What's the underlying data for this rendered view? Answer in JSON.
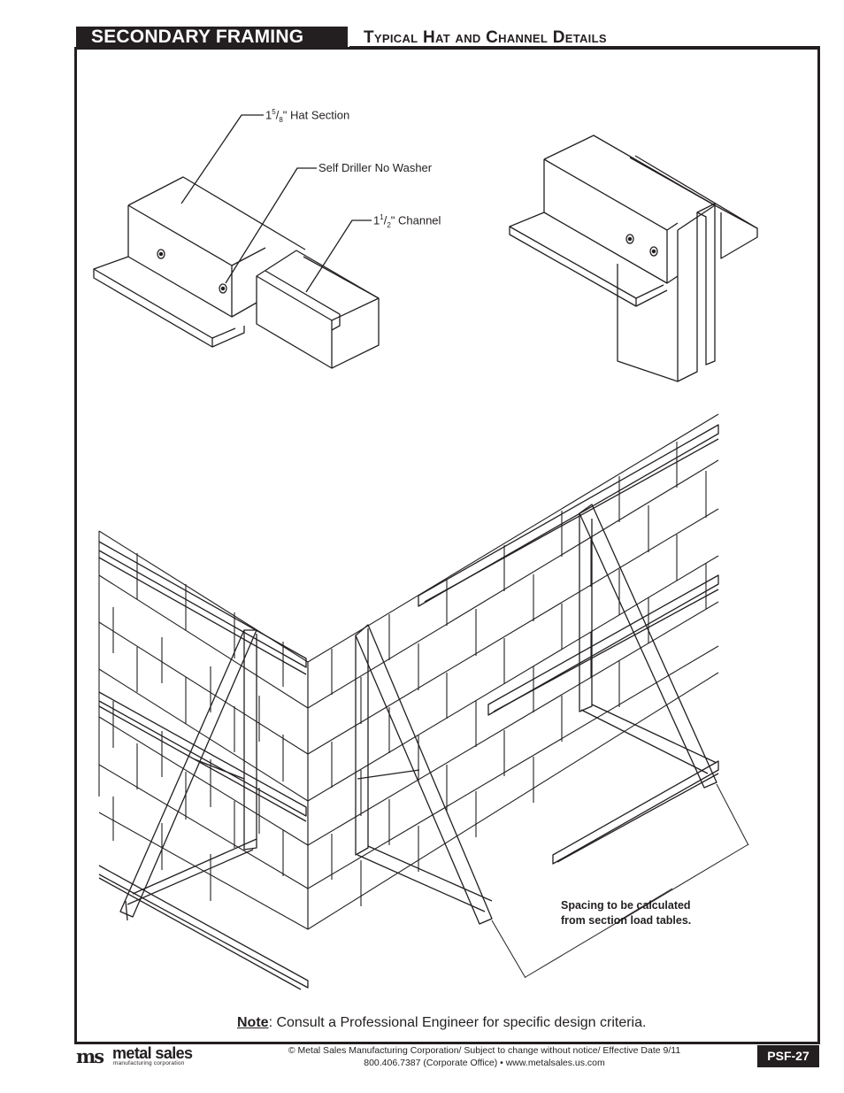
{
  "header": {
    "section_title": "SECONDARY FRAMING",
    "page_title": "Typical Hat and Channel Details"
  },
  "callouts": {
    "hat_section": {
      "whole": "1",
      "num": "5",
      "den": "8",
      "text": "\" Hat Section"
    },
    "self_driller": "Self Driller No Washer",
    "channel": {
      "whole": "1",
      "num": "1",
      "den": "2",
      "text": "\" Channel"
    }
  },
  "spacing_note": {
    "line1": "Spacing to be calculated",
    "line2": "from section load tables."
  },
  "note": {
    "label": "Note",
    "text": ": Consult a Professional Engineer for specific design criteria."
  },
  "footer": {
    "logo_mark": "ms",
    "logo_word": "metal sales",
    "logo_sub": "manufacturing corporation",
    "line1": "© Metal Sales Manufacturing Corporation/ Subject to change without notice/ Effective Date 9/11",
    "line2": "800.406.7387 (Corporate Office) • www.metalsales.us.com",
    "page_number": "PSF-27"
  }
}
